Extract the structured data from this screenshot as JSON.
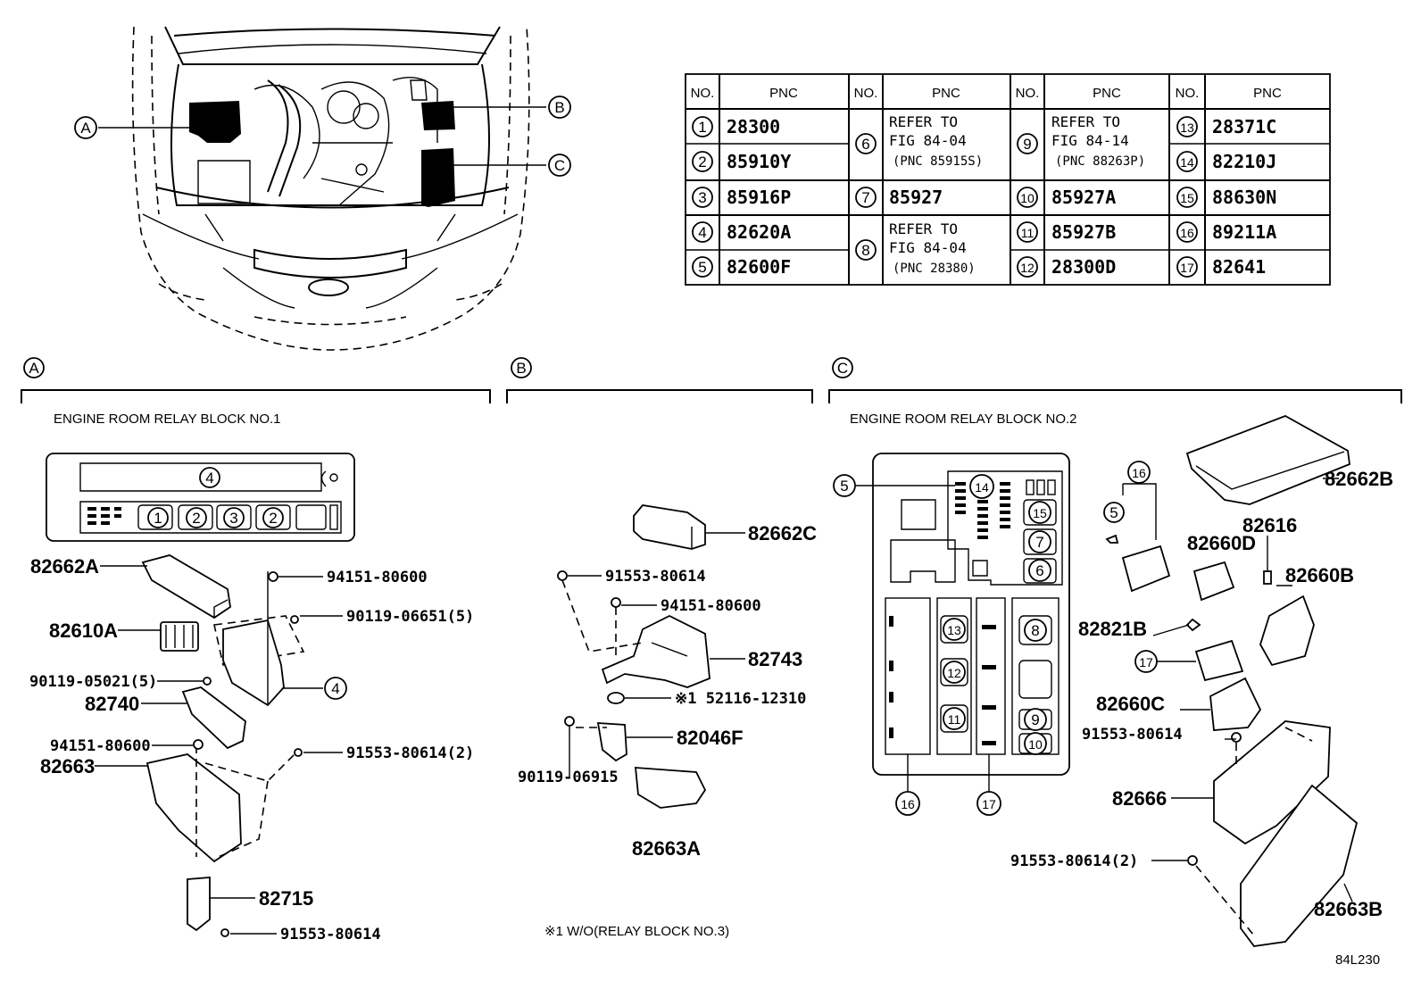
{
  "table": {
    "headers": {
      "no": "NO.",
      "pnc": "PNC"
    },
    "rows": {
      "r1": {
        "no": "1",
        "pnc": "28300"
      },
      "r2": {
        "no": "2",
        "pnc": "85910Y"
      },
      "r3": {
        "no": "3",
        "pnc": "85916P"
      },
      "r4": {
        "no": "4",
        "pnc": "82620A"
      },
      "r5": {
        "no": "5",
        "pnc": "82600F"
      },
      "r6": {
        "no": "6",
        "l1": "REFER TO",
        "l2": "FIG 84-04",
        "l3": "(PNC 85915S)"
      },
      "r7": {
        "no": "7",
        "pnc": "85927"
      },
      "r8": {
        "no": "8",
        "l1": "REFER TO",
        "l2": "FIG 84-04",
        "l3": "(PNC 28380)"
      },
      "r9": {
        "no": "9",
        "l1": "REFER TO",
        "l2": "FIG 84-14",
        "l3": "(PNC 88263P)"
      },
      "r10": {
        "no": "10",
        "pnc": "85927A"
      },
      "r11": {
        "no": "11",
        "pnc": "85927B"
      },
      "r12": {
        "no": "12",
        "pnc": "28300D"
      },
      "r13": {
        "no": "13",
        "pnc": "28371C"
      },
      "r14": {
        "no": "14",
        "pnc": "82210J"
      },
      "r15": {
        "no": "15",
        "pnc": "88630N"
      },
      "r16": {
        "no": "16",
        "pnc": "89211A"
      },
      "r17": {
        "no": "17",
        "pnc": "82641"
      }
    }
  },
  "overview": {
    "a": "A",
    "b": "B",
    "c": "C"
  },
  "section_a": {
    "marker": "A",
    "title": "ENGINE ROOM RELAY BLOCK NO.1",
    "inset": {
      "four": "4",
      "one": "1",
      "two_a": "2",
      "three": "3",
      "two_b": "2"
    },
    "callout_4": "4",
    "parts": {
      "p82662A": "82662A",
      "p82610A": "82610A",
      "p82740": "82740",
      "p82663": "82663",
      "p82715": "82715",
      "p94151_top": "94151-80600",
      "p90119_06651": "90119-06651(5)",
      "p90119_05021": "90119-05021(5)",
      "p94151_mid": "94151-80600",
      "p91553_2": "91553-80614(2)",
      "p91553": "91553-80614"
    }
  },
  "section_b": {
    "marker": "B",
    "parts": {
      "p82662C": "82662C",
      "p91553": "91553-80614",
      "p94151": "94151-80600",
      "p82743": "82743",
      "p52116": "※1 52116-12310",
      "p82046F": "82046F",
      "p90119_06915": "90119-06915",
      "p82663A": "82663A"
    },
    "note": "※1 W/O(RELAY BLOCK NO.3)"
  },
  "section_c": {
    "marker": "C",
    "title": "ENGINE ROOM RELAY BLOCK NO.2",
    "inset": {
      "n5": "5",
      "n14": "14",
      "n15": "15",
      "n7": "7",
      "n6": "6",
      "n13": "13",
      "n12": "12",
      "n11": "11",
      "n8": "8",
      "n9": "9",
      "n10": "10",
      "n16": "16",
      "n17": "17"
    },
    "callouts": {
      "c16": "16",
      "c5": "5",
      "c17": "17"
    },
    "parts": {
      "p82662B": "82662B",
      "p82616": "82616",
      "p82660D": "82660D",
      "p82660B": "82660B",
      "p82821B": "82821B",
      "p82660C": "82660C",
      "p91553": "91553-80614",
      "p82666": "82666",
      "p91553_2": "91553-80614(2)",
      "p82663B": "82663B"
    }
  },
  "figure_id": "84L230"
}
